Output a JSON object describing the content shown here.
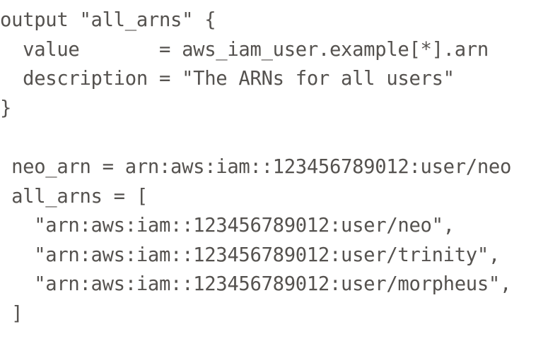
{
  "figure": {
    "kind": "code-snippet",
    "language": "terraform",
    "background_color": "#ffffff",
    "text_color": "#55524f"
  },
  "code": {
    "lines": [
      "output \"all_arns\" {",
      "  value       = aws_iam_user.example[*].arn",
      "  description = \"The ARNs for all users\"",
      "}",
      "",
      " neo_arn = arn:aws:iam::123456789012:user/neo",
      " all_arns = [",
      "   \"arn:aws:iam::123456789012:user/neo\",",
      "   \"arn:aws:iam::123456789012:user/trinity\",",
      "   \"arn:aws:iam::123456789012:user/morpheus\",",
      " ]"
    ],
    "declaration": {
      "keyword": "output",
      "name": "all_arns",
      "value_expression": "aws_iam_user.example[*].arn",
      "description": "The ARNs for all users"
    },
    "outputs": {
      "neo_arn": "arn:aws:iam::123456789012:user/neo",
      "all_arns": [
        "arn:aws:iam::123456789012:user/neo",
        "arn:aws:iam::123456789012:user/trinity",
        "arn:aws:iam::123456789012:user/morpheus"
      ]
    },
    "account_id": "123456789012"
  }
}
